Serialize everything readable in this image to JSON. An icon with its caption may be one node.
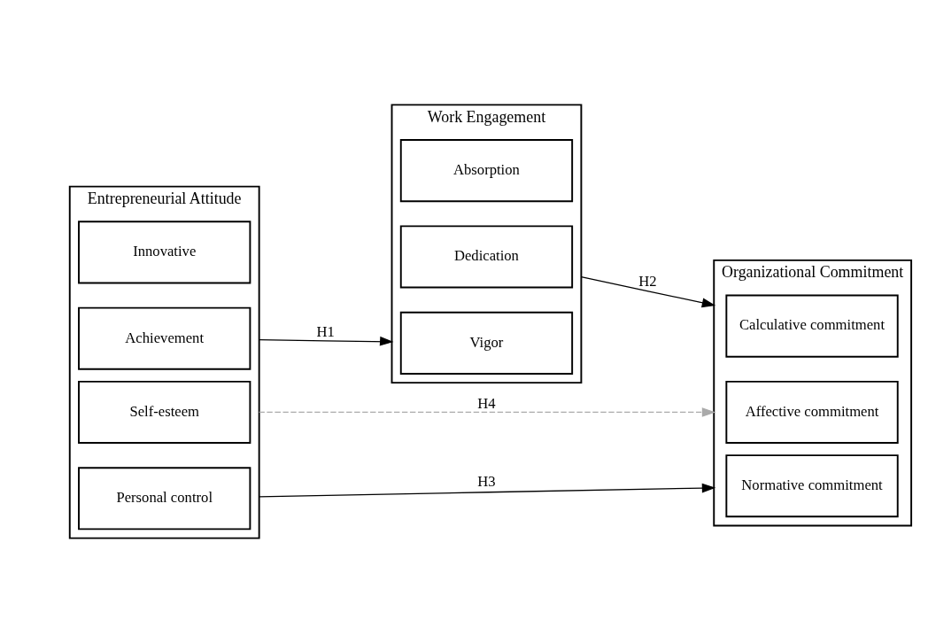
{
  "diagram": {
    "nodes": [
      {
        "text": [
          "Entrepreneurial Attitude"
        ]
      },
      {
        "text": [
          "Achievement"
        ],
        "in": 0
      },
      {
        "text": [
          "Innovative"
        ],
        "in": 0
      },
      {
        "text": [
          "Personal control"
        ],
        "in": 0
      },
      {
        "text": [
          "Self-esteem"
        ],
        "in": 0
      },
      {
        "text": [
          "Work Engagement"
        ]
      },
      {
        "text": [
          "Vigor"
        ],
        "in": 5
      },
      {
        "text": [
          "Dedication"
        ],
        "in": 5
      },
      {
        "text": [
          "Absorption"
        ],
        "in": 5
      },
      {
        "text": [
          "Organizational Commitment"
        ]
      },
      {
        "text": [
          "Affective commitment"
        ],
        "in": 9
      },
      {
        "text": [
          "Calculative commitment"
        ],
        "in": 9
      },
      {
        "text": [
          "Normative commitment"
        ],
        "in": 9
      }
    ],
    "edges": [
      {
        "from": 0,
        "to": 5,
        "arrow": "to",
        "label": "H1"
      },
      {
        "from": 5,
        "to": 9,
        "arrow": "to",
        "label": "H2"
      },
      {
        "from": 0,
        "to": 9,
        "arrow": "to",
        "label": "H3"
      },
      {
        "from": 0,
        "to": 9,
        "arrow": "to",
        "label": "H4",
        "style": "dashed",
        "color": "#aaaaaa"
      }
    ]
  }
}
